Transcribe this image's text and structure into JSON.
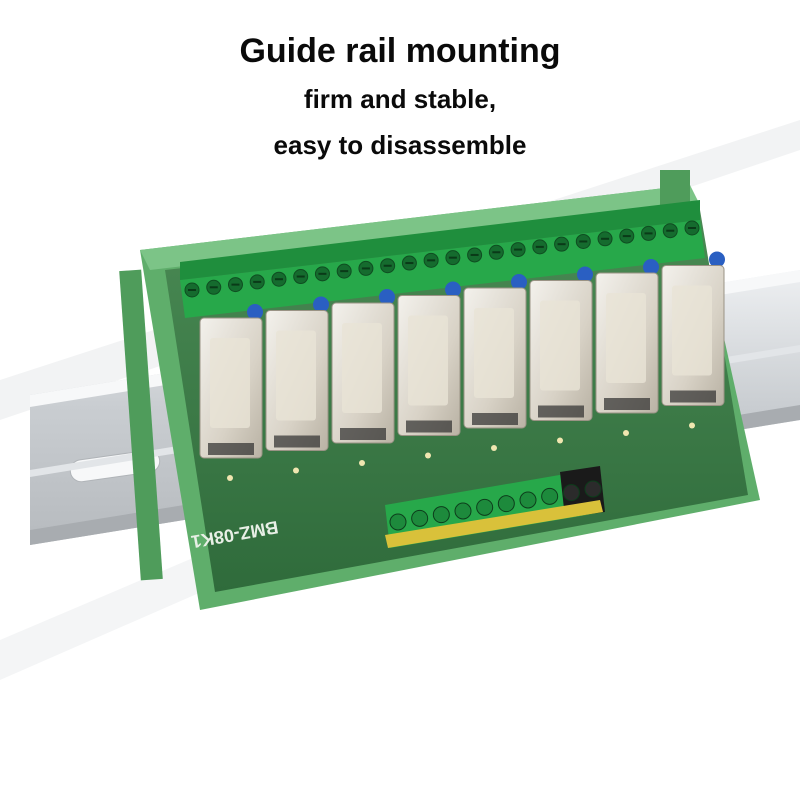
{
  "headline": {
    "line1": "Guide rail mounting",
    "line2": "firm and stable,",
    "line3": "easy to disassemble"
  },
  "product": {
    "model_label": "BMZ-08K1",
    "relay_count": 8
  },
  "colors": {
    "pcb": "#3e7d4a",
    "housing": "#5fae6b",
    "terminal_green": "#27a84a",
    "terminal_black": "#1a1a1a",
    "rail": "#cfd3d6",
    "capacitor_blue": "#2a5fc2"
  }
}
